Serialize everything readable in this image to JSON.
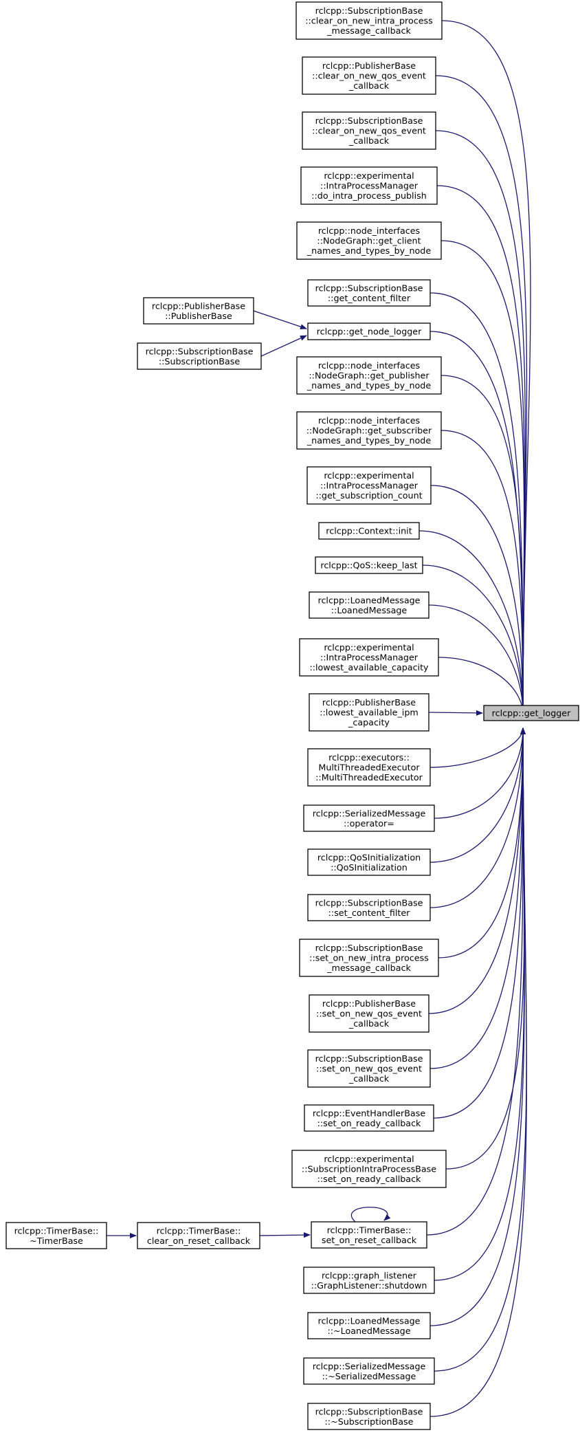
{
  "graph": {
    "target": {
      "id": "get_logger",
      "lines": [
        "rclcpp::get_logger"
      ]
    },
    "callers": [
      {
        "id": "sb_clear_intra",
        "lines": [
          "rclcpp::SubscriptionBase",
          "::clear_on_new_intra_process",
          "_message_callback"
        ]
      },
      {
        "id": "pb_clear_qos",
        "lines": [
          "rclcpp::PublisherBase",
          "::clear_on_new_qos_event",
          "_callback"
        ]
      },
      {
        "id": "sb_clear_qos",
        "lines": [
          "rclcpp::SubscriptionBase",
          "::clear_on_new_qos_event",
          "_callback"
        ]
      },
      {
        "id": "ipm_do_publish",
        "lines": [
          "rclcpp::experimental",
          "::IntraProcessManager",
          "::do_intra_process_publish"
        ]
      },
      {
        "id": "ng_get_client",
        "lines": [
          "rclcpp::node_interfaces",
          "::NodeGraph::get_client",
          "_names_and_types_by_node"
        ]
      },
      {
        "id": "sb_get_filter",
        "lines": [
          "rclcpp::SubscriptionBase",
          "::get_content_filter"
        ]
      },
      {
        "id": "get_node_logger",
        "lines": [
          "rclcpp::get_node_logger"
        ]
      },
      {
        "id": "ng_get_publisher",
        "lines": [
          "rclcpp::node_interfaces",
          "::NodeGraph::get_publisher",
          "_names_and_types_by_node"
        ]
      },
      {
        "id": "ng_get_subscriber",
        "lines": [
          "rclcpp::node_interfaces",
          "::NodeGraph::get_subscriber",
          "_names_and_types_by_node"
        ]
      },
      {
        "id": "ipm_get_count",
        "lines": [
          "rclcpp::experimental",
          "::IntraProcessManager",
          "::get_subscription_count"
        ]
      },
      {
        "id": "ctx_init",
        "lines": [
          "rclcpp::Context::init"
        ]
      },
      {
        "id": "qos_keep_last",
        "lines": [
          "rclcpp::QoS::keep_last"
        ]
      },
      {
        "id": "loaned_ctor",
        "lines": [
          "rclcpp::LoanedMessage",
          "::LoanedMessage"
        ]
      },
      {
        "id": "ipm_lowest",
        "lines": [
          "rclcpp::experimental",
          "::IntraProcessManager",
          "::lowest_available_capacity"
        ]
      },
      {
        "id": "pb_lowest",
        "lines": [
          "rclcpp::PublisherBase",
          "::lowest_available_ipm",
          "_capacity"
        ]
      },
      {
        "id": "mte_ctor",
        "lines": [
          "rclcpp::executors::",
          "MultiThreadedExecutor",
          "::MultiThreadedExecutor"
        ]
      },
      {
        "id": "ser_assign",
        "lines": [
          "rclcpp::SerializedMessage",
          "::operator="
        ]
      },
      {
        "id": "qos_init",
        "lines": [
          "rclcpp::QoSInitialization",
          "::QoSInitialization"
        ]
      },
      {
        "id": "sb_set_filter",
        "lines": [
          "rclcpp::SubscriptionBase",
          "::set_content_filter"
        ]
      },
      {
        "id": "sb_set_intra",
        "lines": [
          "rclcpp::SubscriptionBase",
          "::set_on_new_intra_process",
          "_message_callback"
        ]
      },
      {
        "id": "pb_set_qos",
        "lines": [
          "rclcpp::PublisherBase",
          "::set_on_new_qos_event",
          "_callback"
        ]
      },
      {
        "id": "sb_set_qos",
        "lines": [
          "rclcpp::SubscriptionBase",
          "::set_on_new_qos_event",
          "_callback"
        ]
      },
      {
        "id": "ehb_set_ready",
        "lines": [
          "rclcpp::EventHandlerBase",
          "::set_on_ready_callback"
        ]
      },
      {
        "id": "sipb_set_ready",
        "lines": [
          "rclcpp::experimental",
          "::SubscriptionIntraProcessBase",
          "::set_on_ready_callback"
        ]
      },
      {
        "id": "tb_set_reset",
        "lines": [
          "rclcpp::TimerBase::",
          "set_on_reset_callback"
        ]
      },
      {
        "id": "gl_shutdown",
        "lines": [
          "rclcpp::graph_listener",
          "::GraphListener::shutdown"
        ]
      },
      {
        "id": "loaned_dtor",
        "lines": [
          "rclcpp::LoanedMessage",
          "::~LoanedMessage"
        ]
      },
      {
        "id": "ser_dtor",
        "lines": [
          "rclcpp::SerializedMessage",
          "::~SerializedMessage"
        ]
      },
      {
        "id": "sb_dtor",
        "lines": [
          "rclcpp::SubscriptionBase",
          "::~SubscriptionBase"
        ]
      }
    ],
    "second_level": [
      {
        "id": "pb_ctor",
        "lines": [
          "rclcpp::PublisherBase",
          "::PublisherBase"
        ]
      },
      {
        "id": "sb_ctor",
        "lines": [
          "rclcpp::SubscriptionBase",
          "::SubscriptionBase"
        ]
      },
      {
        "id": "tb_clear_reset",
        "lines": [
          "rclcpp::TimerBase::",
          "clear_on_reset_callback"
        ]
      },
      {
        "id": "tb_dtor",
        "lines": [
          "rclcpp::TimerBase::",
          "~TimerBase"
        ]
      }
    ],
    "edges": [
      {
        "from": "pb_ctor",
        "to": "get_node_logger"
      },
      {
        "from": "sb_ctor",
        "to": "get_node_logger"
      },
      {
        "from": "tb_clear_reset",
        "to": "tb_set_reset"
      },
      {
        "from": "tb_dtor",
        "to": "tb_clear_reset"
      },
      {
        "from": "tb_set_reset",
        "to": "tb_set_reset"
      }
    ],
    "edge_color": "#191970",
    "target_fill": "#bfbfbf"
  }
}
